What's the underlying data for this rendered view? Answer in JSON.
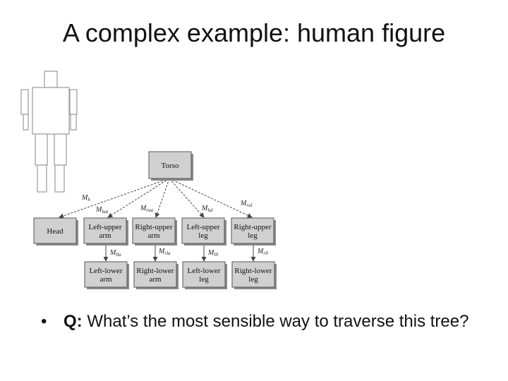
{
  "title": "A complex example: human figure",
  "bullet": {
    "marker": "•",
    "prefix": "Q:",
    "text": " What’s the most sensible way to traverse this tree?"
  },
  "diagram": {
    "nodes": {
      "torso": "Torso",
      "head": "Head",
      "left_upper_arm": [
        "Left-upper",
        "arm"
      ],
      "right_upper_arm": [
        "Right-upper",
        "arm"
      ],
      "left_upper_leg": [
        "Left-upper",
        "leg"
      ],
      "right_upper_leg": [
        "Right-upper",
        "leg"
      ],
      "left_lower_arm": [
        "Left-lower",
        "arm"
      ],
      "right_lower_arm": [
        "Right-lower",
        "arm"
      ],
      "left_lower_leg": [
        "Left-lower",
        "leg"
      ],
      "right_lower_leg": [
        "Right-lower",
        "leg"
      ]
    },
    "edge_labels": {
      "head": "M",
      "head_sub": "h",
      "lua": "M",
      "lua_sub": "lua",
      "rua": "M",
      "rua_sub": "rua",
      "lul": "M",
      "lul_sub": "lul",
      "rul": "M",
      "rul_sub": "rul",
      "lla": "M",
      "lla_sub": "lla",
      "rla": "M",
      "rla_sub": "rla",
      "lll": "M",
      "lll_sub": "lll",
      "rll": "M",
      "rll_sub": "rll"
    }
  }
}
